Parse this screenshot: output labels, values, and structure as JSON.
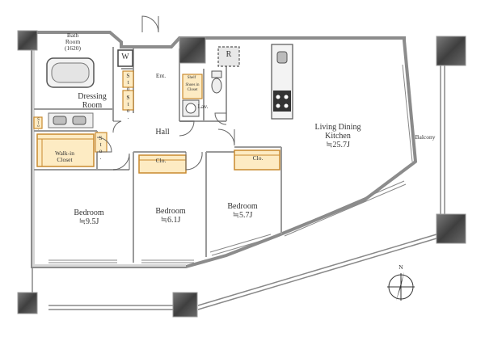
{
  "rooms": {
    "bath_name": "Bath",
    "bath_room": "Room",
    "bath_size": "(1620)",
    "dressing_line1": "Dressing",
    "dressing_line2": "Room",
    "walkin_line1": "Walk-in",
    "walkin_line2": "Closet",
    "entrance": "Ent.",
    "hall": "Hall",
    "lavatory": "Lav.",
    "shoes_line1": "Shoes in",
    "shoes_line2": "Closet",
    "shelf": "Shelf",
    "ldk_line1": "Living Dining",
    "ldk_line2": "Kitchen",
    "ldk_area": "≒25.7J",
    "balcony": "Balcony",
    "bedroom1_name": "Bedroom",
    "bedroom1_area": "≒9.5J",
    "bedroom2_name": "Bedroom",
    "bedroom2_area": "≒6.1J",
    "bedroom3_name": "Bedroom",
    "bedroom3_area": "≒5.7J"
  },
  "marks": {
    "washer": "W",
    "refrigerator": "R",
    "storage": "Sto.",
    "closet": "Clo.",
    "north": "N"
  },
  "colors": {
    "wall": "#8c8c8c",
    "closet_fill": "#fdebc3",
    "closet_stroke": "#c98a2e",
    "pillar": "#555555"
  }
}
